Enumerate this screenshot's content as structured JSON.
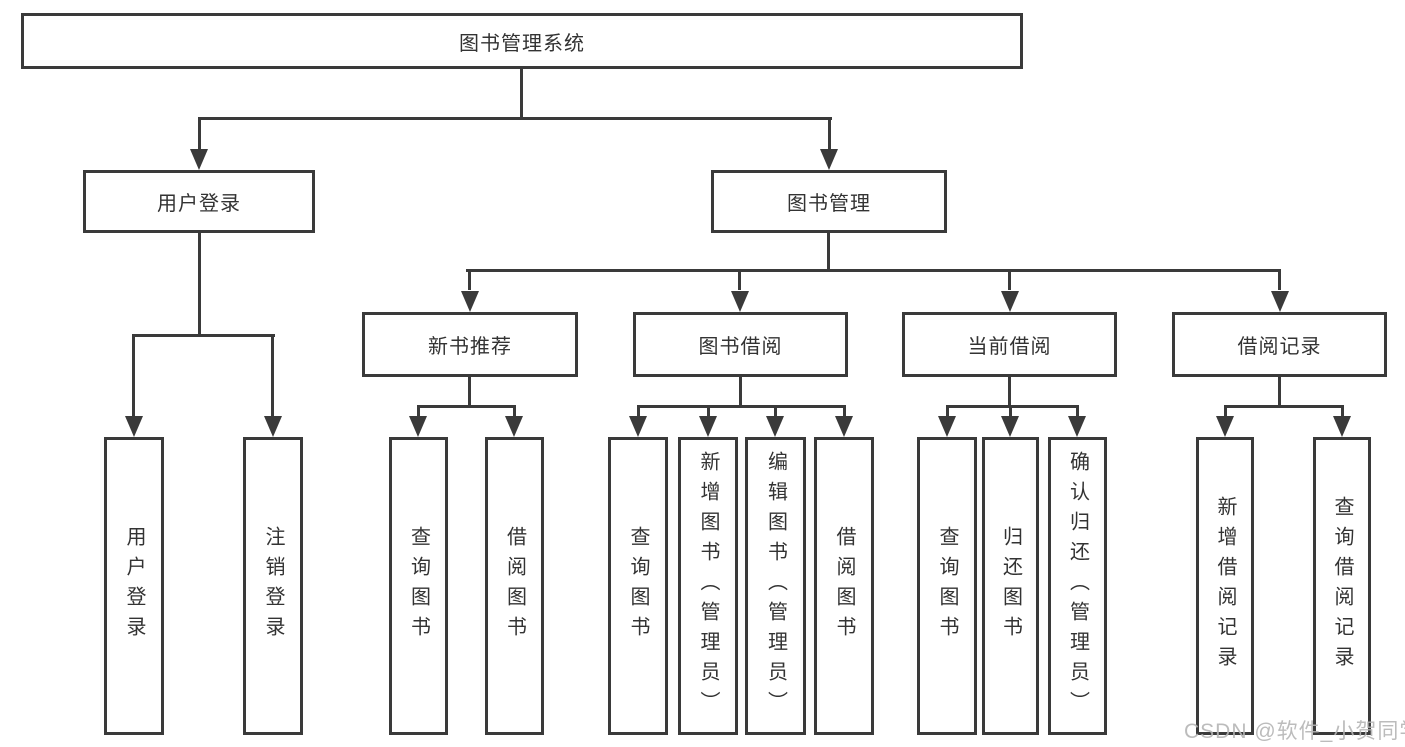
{
  "diagram_type": "hierarchy-tree",
  "colors": {
    "line": "#3a3a3a",
    "box_border": "#3a3a3a",
    "box_background": "#ffffff",
    "text": "#333333",
    "watermark": "#b5b5b5",
    "page_background": "#ffffff"
  },
  "tree": {
    "label": "图书管理系统",
    "children": [
      {
        "label": "用户登录",
        "children": [
          {
            "label": "用户登录"
          },
          {
            "label": "注销登录"
          }
        ]
      },
      {
        "label": "图书管理",
        "children": [
          {
            "label": "新书推荐",
            "children": [
              {
                "label": "查询图书"
              },
              {
                "label": "借阅图书"
              }
            ]
          },
          {
            "label": "图书借阅",
            "children": [
              {
                "label": "查询图书"
              },
              {
                "label": "新增图书（管理员）"
              },
              {
                "label": "编辑图书（管理员）"
              },
              {
                "label": "借阅图书"
              }
            ]
          },
          {
            "label": "当前借阅",
            "children": [
              {
                "label": "查询图书"
              },
              {
                "label": "归还图书"
              },
              {
                "label": "确认归还（管理员）"
              }
            ]
          },
          {
            "label": "借阅记录",
            "children": [
              {
                "label": "新增借阅记录"
              },
              {
                "label": "查询借阅记录"
              }
            ]
          }
        ]
      }
    ]
  },
  "watermark": {
    "text": "CSDN @软件_小贺同学"
  }
}
